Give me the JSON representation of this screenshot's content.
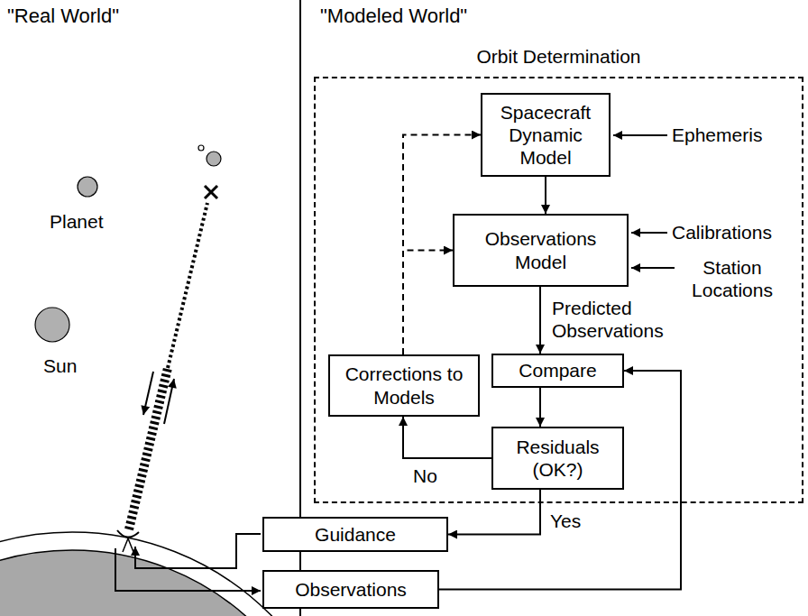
{
  "diagram": {
    "nodes": [
      {
        "text": [
          "Orbit Determination"
        ]
      },
      {
        "text": [
          "Spacecraft Dynamic Model"
        ],
        "in": 0
      },
      {
        "text": [
          "Observations Model"
        ],
        "in": 0
      },
      {
        "text": [
          "Corrections to Models"
        ],
        "in": 0
      },
      {
        "text": [
          "Compare"
        ],
        "in": 0
      },
      {
        "text": [
          "Residuals (OK?)"
        ],
        "in": 0
      },
      {
        "text": [
          "Guidance"
        ]
      },
      {
        "text": [
          "Observations"
        ]
      }
    ],
    "edges": [
      {
        "from": 1,
        "to": 2,
        "arrow": "to"
      },
      {
        "from": 2,
        "to": 4,
        "arrow": "to",
        "label": "Predicted Observations"
      },
      {
        "from": 4,
        "to": 5,
        "arrow": "to"
      },
      {
        "from": 5,
        "to": 3,
        "arrow": "to",
        "label": "No"
      },
      {
        "from": 3,
        "to": 1,
        "arrow": "to"
      },
      {
        "from": 3,
        "to": 2,
        "arrow": "to"
      },
      {
        "from": 5,
        "to": 6,
        "arrow": "to",
        "label": "Yes"
      },
      {
        "from": 7,
        "to": 4,
        "arrow": "to"
      }
    ],
    "labels": [
      "\"Real World\"",
      "\"Modeled World\"",
      "Planet",
      "Sun",
      "Ephemeris",
      "Calibrations",
      "Station Locations"
    ]
  }
}
